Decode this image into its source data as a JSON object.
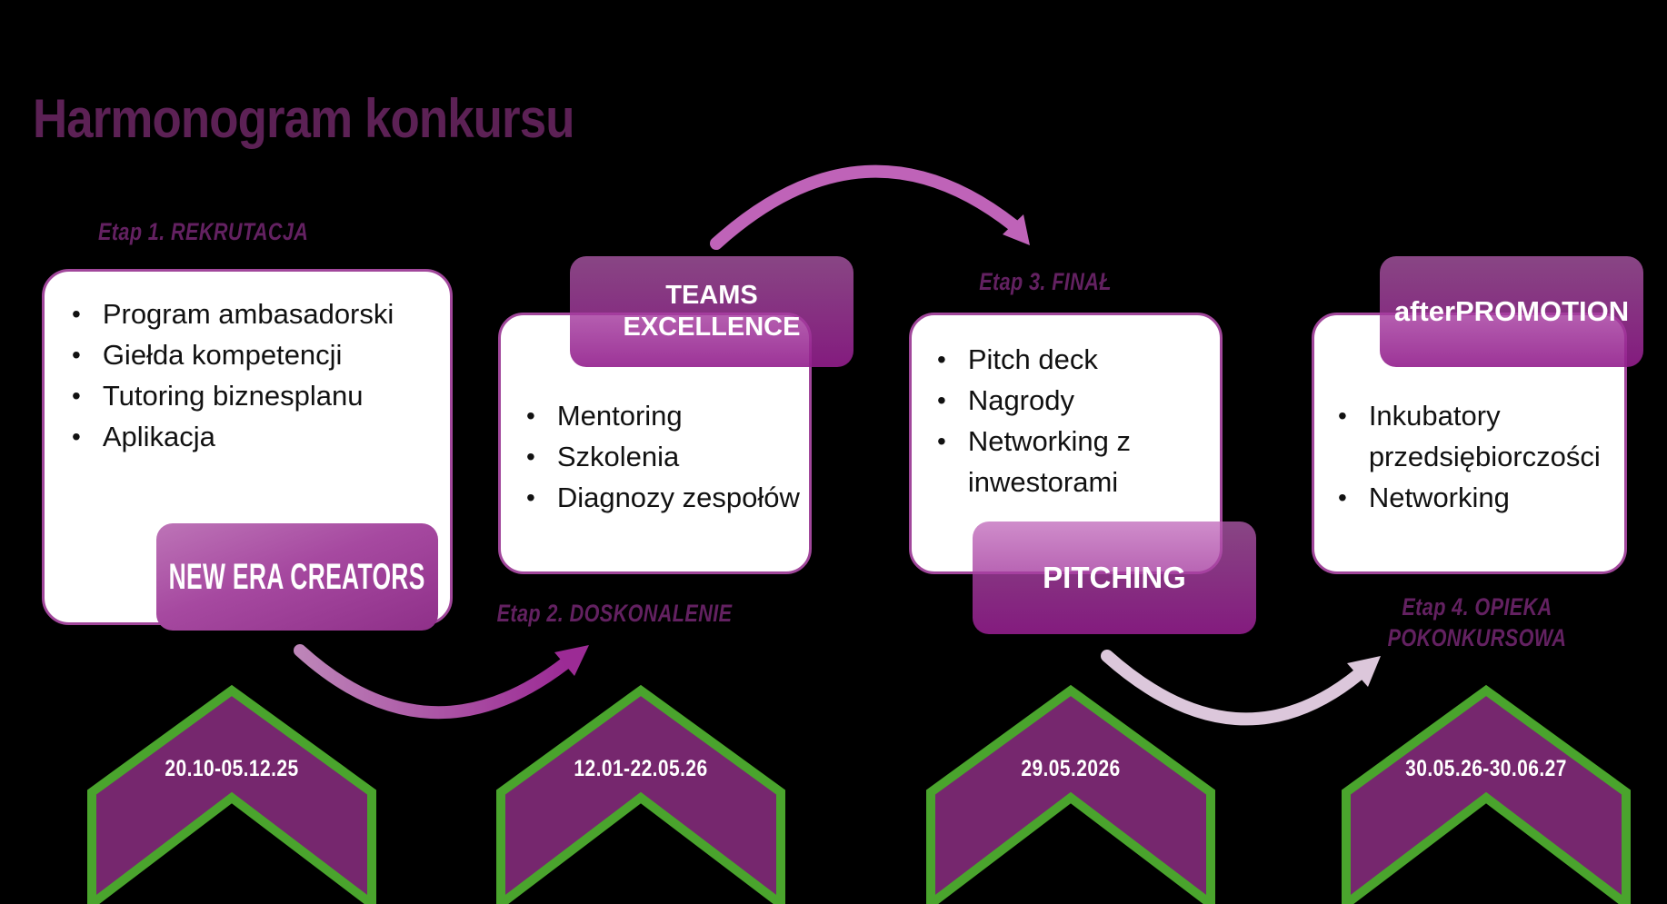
{
  "title": "Harmonogram konkursu",
  "stages": [
    {
      "heading": "Etap 1. REKRUTACJA",
      "bullets": [
        "Program ambasadorski",
        "Giełda kompetencji",
        "Tutoring biznesplanu",
        "Aplikacja"
      ],
      "badge": "NEW ERA CREATORS",
      "date": "20.10-05.12.25"
    },
    {
      "heading": "Etap 2. DOSKONALENIE",
      "bullets": [
        "Mentoring",
        "Szkolenia",
        "Diagnozy zespołów"
      ],
      "badge": "TEAMS EXCELLENCE",
      "date": "12.01-22.05.26"
    },
    {
      "heading": "Etap 3. FINAŁ",
      "bullets": [
        "Pitch deck",
        "Nagrody",
        "Networking z inwestorami"
      ],
      "badge": "PITCHING",
      "date": "29.05.2026"
    },
    {
      "heading": "Etap 4. OPIEKA POKONKURSOWA",
      "bullets": [
        "Inkubatory przedsiębiorczości",
        "Networking"
      ],
      "badge": "afterPROMOTION",
      "date": "30.05.26-30.06.27"
    }
  ],
  "colors": {
    "background": "#000000",
    "title_purple": "#5c2155",
    "heading_purple": "#632161",
    "card_border": "#a1479b",
    "badge_purple_dark": "#921e8c",
    "badge_purple_light": "#bd5eb7",
    "chevron_fill": "#76276e",
    "chevron_border": "#4aa42d",
    "arrow_magenta": "#9c2b95",
    "arrow_pink": "#bf63b8",
    "arrow_pale": "#dcc7db",
    "badge_text": "#ffffff",
    "date_text": "#ffffff",
    "bullet_text": "#111111"
  }
}
